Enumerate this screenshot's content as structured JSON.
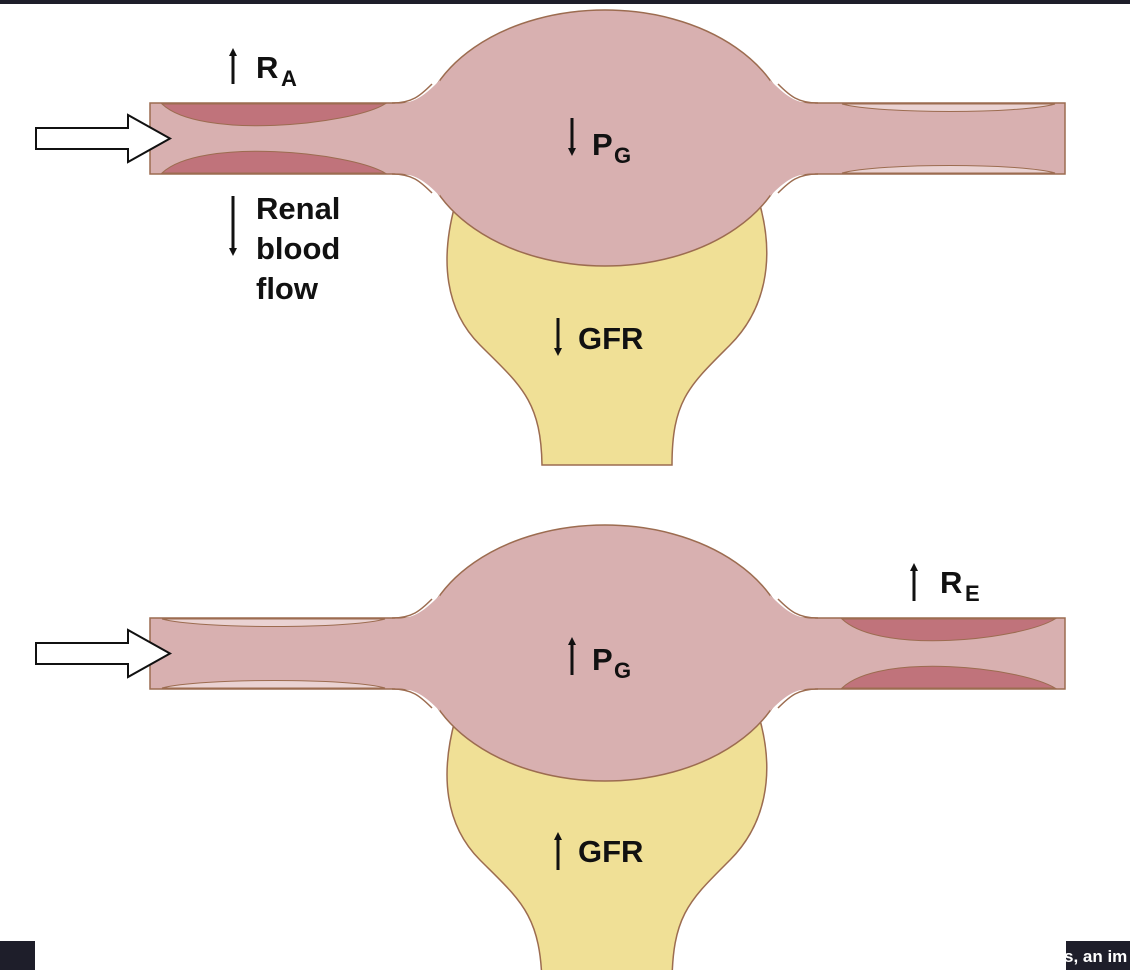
{
  "colors": {
    "vessel": "#d8b0b0",
    "outline": "#9c6c50",
    "constricted": "#c0737b",
    "relaxed": "#ead2d2",
    "bowman": "#f0e096",
    "dark": "#1e1e2a"
  },
  "panel_top": {
    "resistance_label": "R",
    "resistance_sub": "A",
    "pressure_label": "P",
    "pressure_sub": "G",
    "gfr_label": "GFR",
    "flow_lines": [
      "Renal",
      "blood",
      "flow"
    ]
  },
  "panel_bottom": {
    "resistance_label": "R",
    "resistance_sub": "E",
    "pressure_label": "P",
    "pressure_sub": "G",
    "gfr_label": "GFR"
  },
  "caption_fragment": "s, an im"
}
